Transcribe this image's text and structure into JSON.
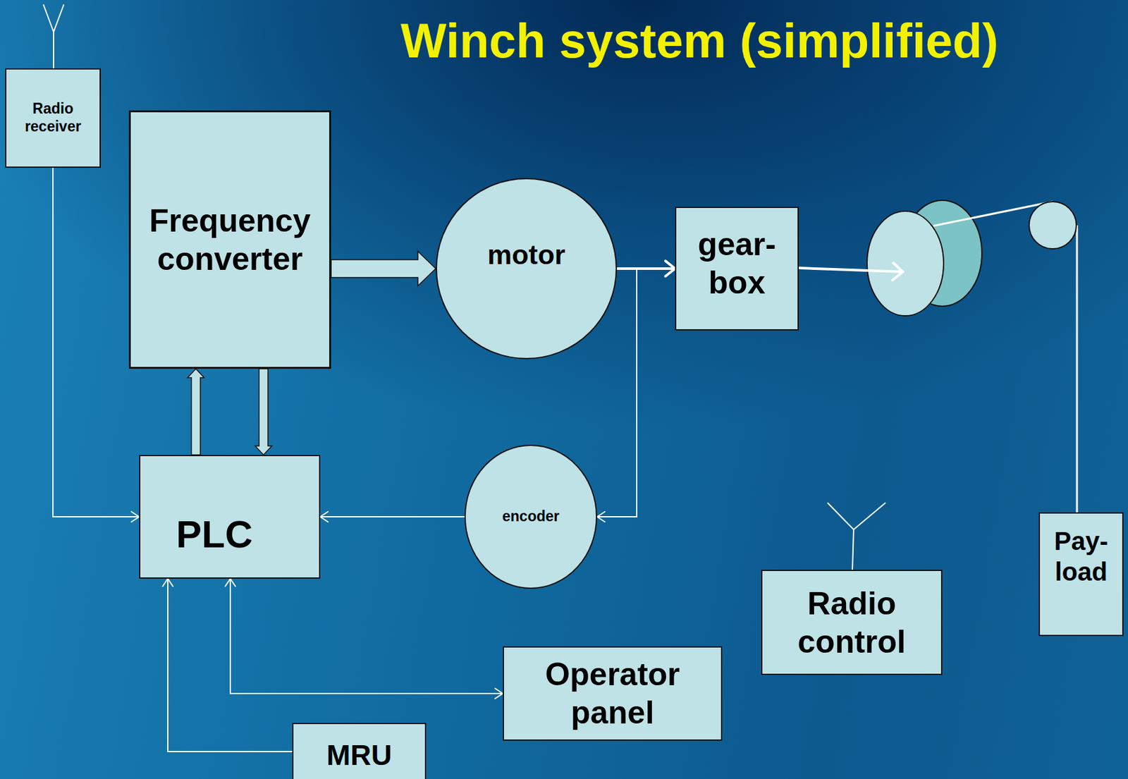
{
  "diagram": {
    "title": "Winch system (simplified)",
    "nodes": [
      {
        "text": [
          "Radio receiver"
        ]
      },
      {
        "text": [
          "Frequency converter"
        ]
      },
      {
        "text": [
          "motor"
        ]
      },
      {
        "text": [
          "gear- box"
        ]
      },
      {
        "text": [
          "PLC"
        ]
      },
      {
        "text": [
          "encoder"
        ]
      },
      {
        "text": [
          "Pay- load"
        ]
      },
      {
        "text": [
          "Radio control"
        ]
      },
      {
        "text": [
          "Operator panel"
        ]
      },
      {
        "text": [
          "MRU"
        ]
      }
    ],
    "edges": [
      {
        "from": 1,
        "to": 2,
        "arrow": "to"
      },
      {
        "from": 2,
        "to": 3,
        "arrow": "to"
      },
      {
        "from": 2,
        "to": 5,
        "arrow": "to"
      },
      {
        "from": 5,
        "to": 4,
        "arrow": "to"
      },
      {
        "from": 0,
        "to": 4,
        "arrow": "to"
      },
      {
        "from": 4,
        "to": 1,
        "arrow": "to"
      },
      {
        "from": 1,
        "to": 4,
        "arrow": "to"
      },
      {
        "from": 9,
        "to": 4,
        "arrow": "to"
      },
      {
        "from": 4,
        "to": 8,
        "arrow": "both"
      }
    ]
  }
}
